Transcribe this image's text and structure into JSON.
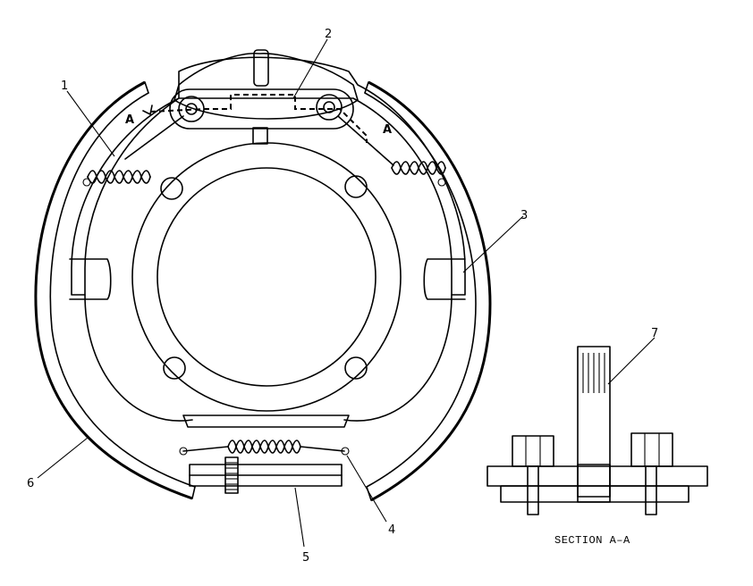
{
  "colors": {
    "ink": "#000000",
    "background": "#ffffff",
    "hatch": "#000000"
  },
  "callouts": [
    "1",
    "2",
    "3",
    "4",
    "5",
    "6",
    "7"
  ],
  "section_markers": {
    "left": "A",
    "right": "A"
  },
  "caption": "SECTION A–A"
}
